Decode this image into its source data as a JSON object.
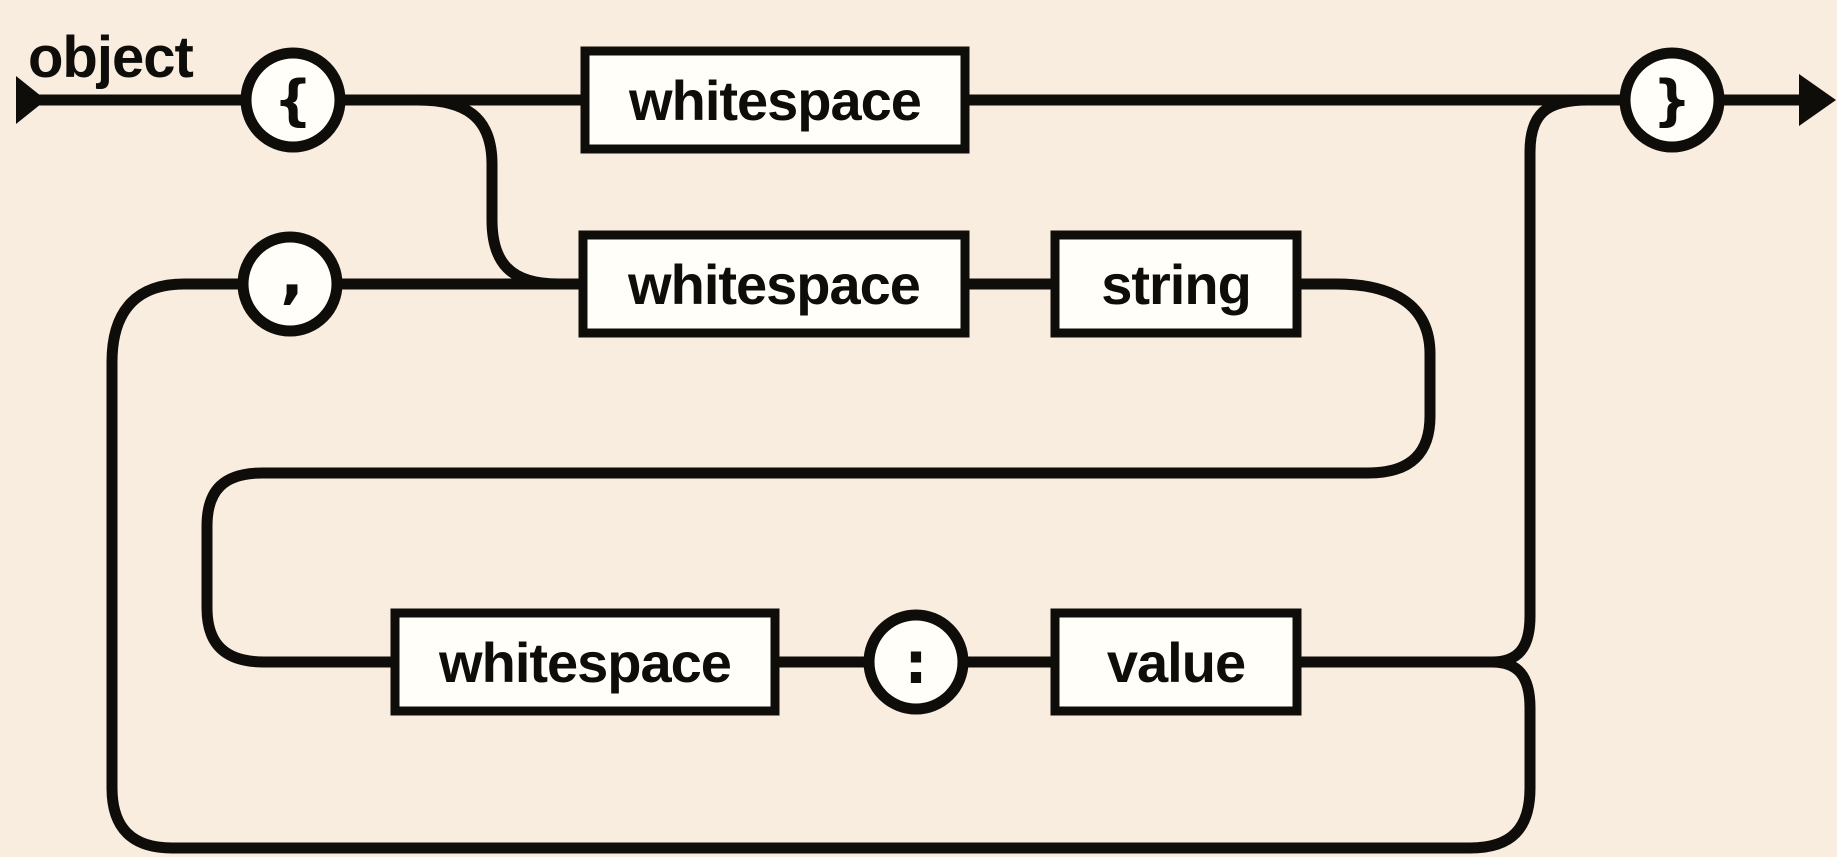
{
  "title": "object",
  "colors": {
    "background": "#f8eddf",
    "line": "#0f0d0a",
    "box_fill": "#fffef9"
  },
  "nodes": {
    "whitespace_top": "whitespace",
    "whitespace_mid": "whitespace",
    "whitespace_bottom": "whitespace",
    "string": "string",
    "value": "value"
  },
  "terminals": {
    "open_brace": "{",
    "close_brace": "}",
    "comma": ",",
    "colon": ":"
  }
}
